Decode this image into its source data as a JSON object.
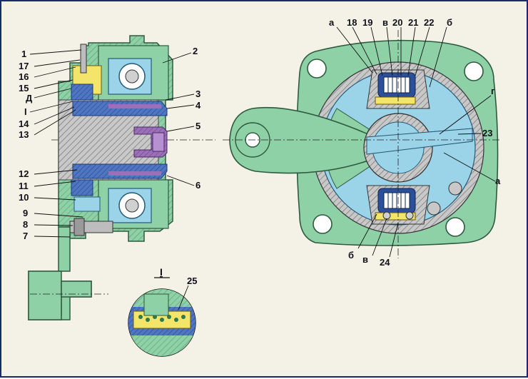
{
  "diagram": {
    "colors": {
      "background": "#f4f2e6",
      "frame": "#1a2a6a",
      "housing_green": "#8ed1a7",
      "housing_dark": "#3f6d52",
      "chamber_blue": "#9bd3e8",
      "piston_blue": "#4e76c2",
      "shaft_purple": "#9b70b8",
      "hatch_gray": "#b9b9b9",
      "seal_yellow": "#f3e46a"
    },
    "left_view": {
      "callouts_left": [
        "1",
        "17",
        "16",
        "15",
        "Д",
        "I",
        "14",
        "13",
        "12",
        "11",
        "10",
        "9",
        "8",
        "7"
      ],
      "callouts_right": [
        "2",
        "3",
        "4",
        "5",
        "6"
      ]
    },
    "detail_view": {
      "title": "I",
      "callout": "25"
    },
    "right_view": {
      "callouts_top": [
        "а",
        "18",
        "19",
        "в",
        "20",
        "21",
        "22",
        "б"
      ],
      "callouts_right": [
        "г",
        "23",
        "а"
      ],
      "callouts_bottom": [
        "б",
        "в",
        "24"
      ]
    }
  }
}
